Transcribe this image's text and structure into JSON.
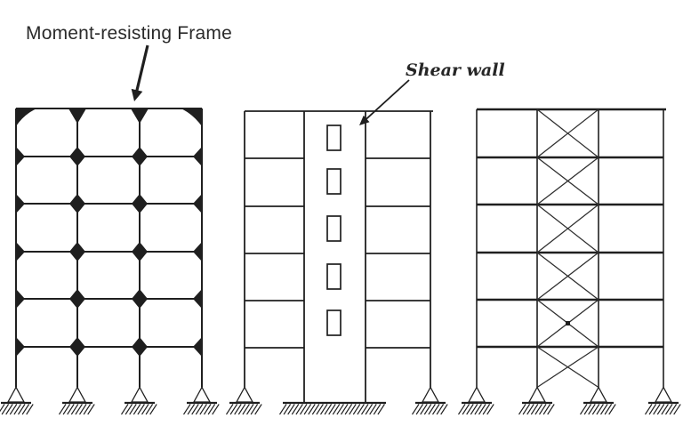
{
  "diagram": {
    "background_color": "#ffffff",
    "ink_color": "#1f1f1f",
    "labels": {
      "moment_frame": "Moment-resisting Frame",
      "shear_wall": "Shear wall"
    },
    "systems": [
      {
        "key": "moment-resisting-frame",
        "label": "Moment-resisting Frame",
        "stories": 6,
        "bays": 3,
        "columns": 4,
        "joints": "rigid (filled diamond symbols at every beam-column joint)",
        "supports": "pinned"
      },
      {
        "key": "shear-wall-frame",
        "label": "Shear wall",
        "stories": 6,
        "wall_openings": 5,
        "supports": "pinned outer columns, fixed (hatched) wall base"
      },
      {
        "key": "braced-frame",
        "stories": 6,
        "bays": 3,
        "columns": 4,
        "bracing": "X-bracing in center bay at every story",
        "supports": "pinned"
      }
    ]
  }
}
